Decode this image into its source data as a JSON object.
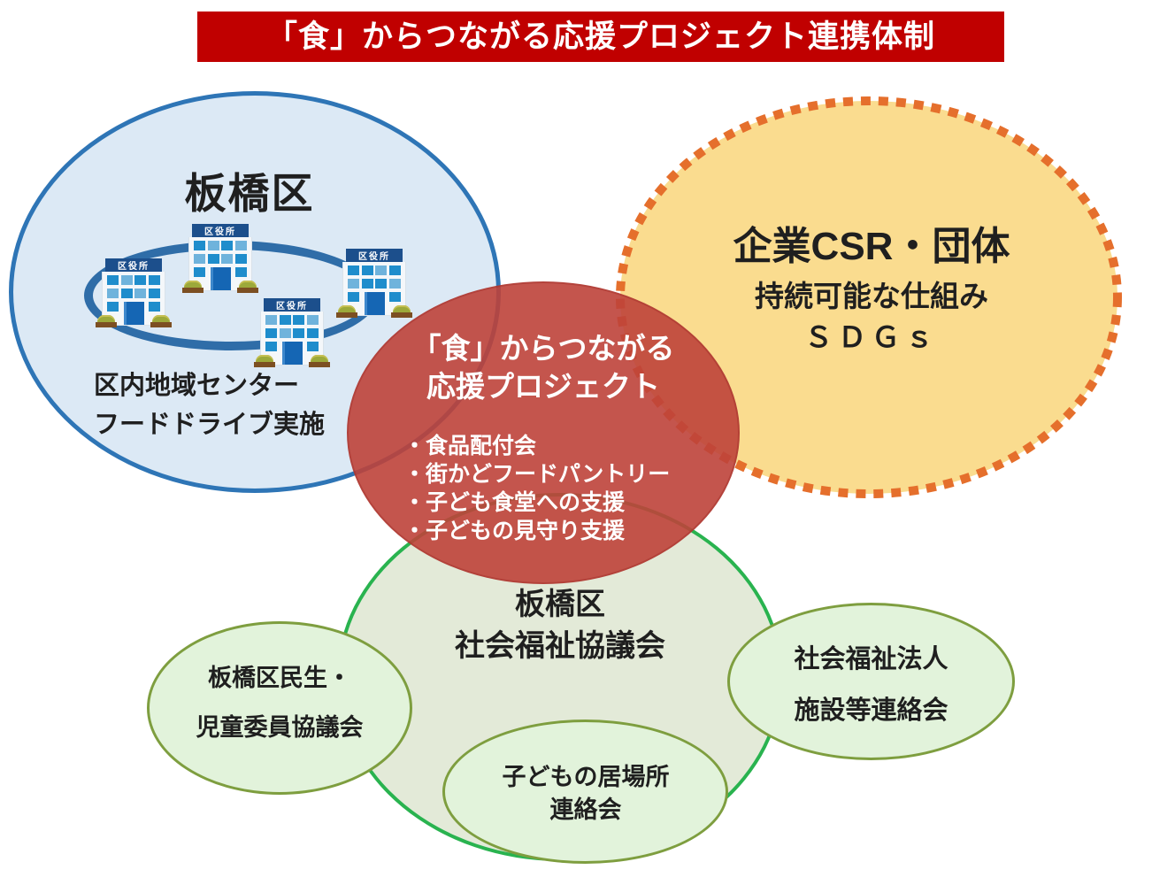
{
  "banner": {
    "title": "「食」からつながる応援プロジェクト連携体制"
  },
  "itabashi": {
    "title": "板橋区",
    "building_sign": "区役所",
    "lines": [
      "区内地域センター",
      "フードドライブ実施"
    ]
  },
  "csr": {
    "title": "企業CSR・団体",
    "subtitle": "持続可能な仕組み",
    "sdgs": "ＳＤＧｓ"
  },
  "project": {
    "title_line1": "「食」からつながる",
    "title_line2": "応援プロジェクト",
    "bullets": [
      "・食品配付会",
      "・街かどフードパントリー",
      "・子ども食堂への支援",
      "・子どもの見守り支援"
    ]
  },
  "shakyo": {
    "line1": "板橋区",
    "line2": "社会福祉協議会"
  },
  "minsei": {
    "line1": "板橋区民生・",
    "line2": "児童委員協議会"
  },
  "houjin": {
    "line1": "社会福祉法人",
    "line2": "施設等連絡会"
  },
  "kodomo": {
    "line1": "子どもの居場所",
    "line2": "連絡会"
  },
  "colors": {
    "banner_red": "#C00000",
    "blue_fill": "#DCE9F5",
    "blue_border": "#2E75B6",
    "ring_blue": "#2F6DA8",
    "yellow_fill": "#FADC8F",
    "orange_dash": "#E56F2C",
    "project_red": "#BE423A",
    "green_border": "#29B34F",
    "green_fill": "#E3EAD8",
    "small_green_fill": "#E2F3DB",
    "olive_border": "#7E9E3F"
  }
}
